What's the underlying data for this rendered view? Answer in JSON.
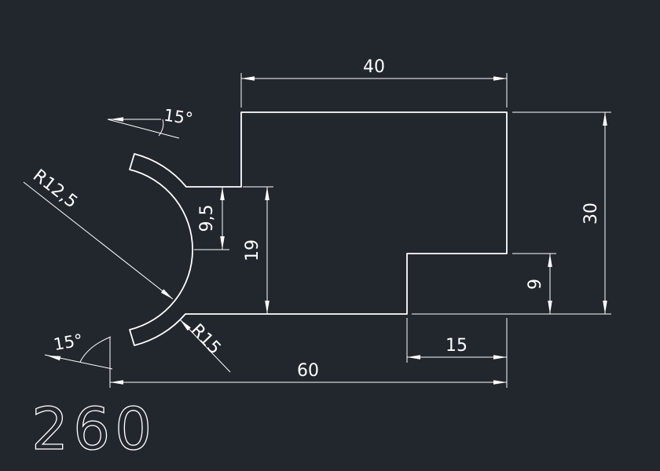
{
  "canvas": {
    "background": "#22272e",
    "line_color": "#ffffff"
  },
  "drawing_number": "260",
  "dimensions": {
    "top_width": "40",
    "right_height": "30",
    "notch_height": "9",
    "notch_width": "15",
    "total_width": "60",
    "left_height": "19",
    "center_offset": "9,5",
    "inner_radius": "R12,5",
    "outer_radius": "R15",
    "top_angle": "15°",
    "bottom_angle": "15°"
  }
}
